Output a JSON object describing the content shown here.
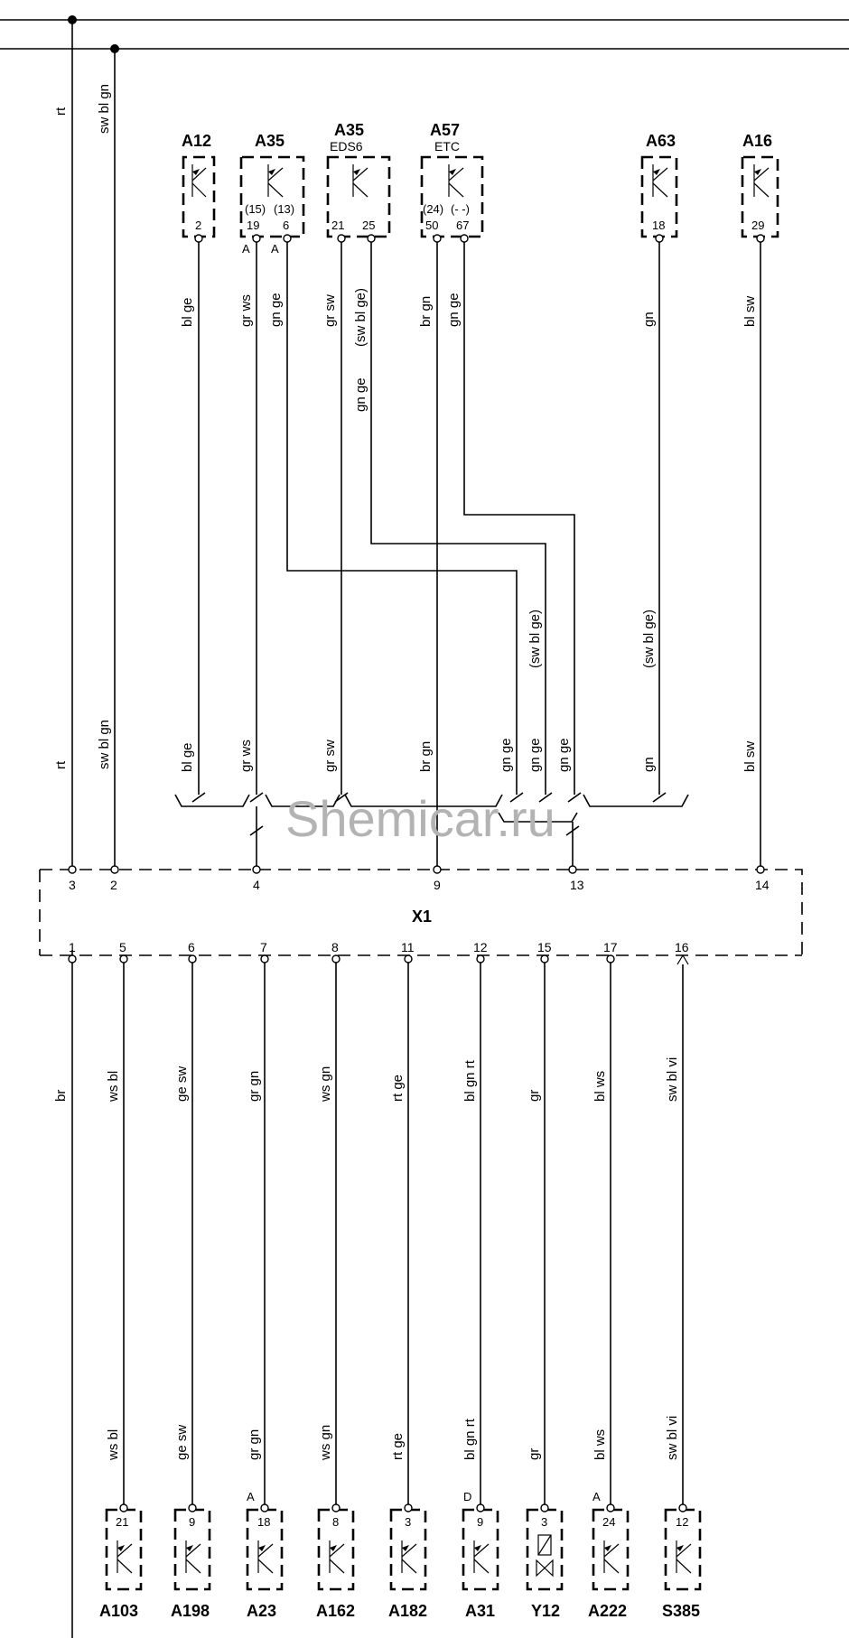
{
  "watermark": "Shemicar.ru",
  "connector": {
    "name": "X1"
  },
  "left_wires": {
    "rt": "rt",
    "swblgn": "sw bl gn",
    "pin3": "3",
    "pin2": "2",
    "pin1": "1",
    "br": "br"
  },
  "top_components": [
    {
      "name": "A12",
      "sub": "",
      "pins": [
        "2"
      ]
    },
    {
      "name": "A35",
      "sub": "",
      "pins": [
        "19",
        "6"
      ],
      "pin_alt": [
        "(15)",
        "(13)"
      ],
      "marks": [
        "A",
        "A"
      ]
    },
    {
      "name": "A35",
      "sub": "EDS6",
      "pins": [
        "21",
        "25"
      ]
    },
    {
      "name": "A57",
      "sub": "ETC",
      "pins": [
        "50",
        "67"
      ],
      "pin_alt": [
        "(24)",
        "(- -)"
      ]
    },
    {
      "name": "A63",
      "sub": "",
      "pins": [
        "18"
      ]
    },
    {
      "name": "A16",
      "sub": "",
      "pins": [
        "29"
      ]
    }
  ],
  "top_wire_labels": {
    "a12": "bl ge",
    "a35_19": "gr ws",
    "a35_6": "gn ge",
    "eds_21": "gr sw",
    "eds_25_alt": "(sw bl ge)",
    "eds_25": "gn ge",
    "a57_50": "br gn",
    "a57_67": "gn ge",
    "a63": "gn",
    "a16": "bl sw",
    "mid_alt_1": "(sw bl ge)",
    "mid_alt_2": "(sw bl ge)"
  },
  "lower_wire_labels": {
    "rt": "rt",
    "swblgn": "sw bl gn",
    "blge": "bl ge",
    "grws": "gr ws",
    "grsw": "gr sw",
    "brgn": "br gn",
    "gnge1": "gn ge",
    "gnge2": "gn ge",
    "gnge3": "gn ge",
    "gn": "gn",
    "blsw": "bl sw"
  },
  "x1_top_pins": [
    "3",
    "2",
    "4",
    "9",
    "13",
    "14"
  ],
  "x1_bottom_pins": [
    "1",
    "5",
    "6",
    "7",
    "8",
    "11",
    "12",
    "15",
    "17",
    "16"
  ],
  "bottom_wires": [
    {
      "label": "ws bl"
    },
    {
      "label": "ge sw"
    },
    {
      "label": "gr gn"
    },
    {
      "label": "ws gn"
    },
    {
      "label": "rt ge"
    },
    {
      "label": "bl gn rt"
    },
    {
      "label": "gr"
    },
    {
      "label": "bl ws"
    },
    {
      "label": "sw bl vi"
    }
  ],
  "bottom_components": [
    {
      "name": "A103",
      "pin": "21",
      "mark": ""
    },
    {
      "name": "A198",
      "pin": "9",
      "mark": ""
    },
    {
      "name": "A23",
      "pin": "18",
      "mark": "A"
    },
    {
      "name": "A162",
      "pin": "8",
      "mark": ""
    },
    {
      "name": "A182",
      "pin": "3",
      "mark": ""
    },
    {
      "name": "A31",
      "pin": "9",
      "mark": "D"
    },
    {
      "name": "Y12",
      "pin": "3",
      "mark": ""
    },
    {
      "name": "A222",
      "pin": "24",
      "mark": "A"
    },
    {
      "name": "S385",
      "pin": "12",
      "mark": ""
    }
  ]
}
